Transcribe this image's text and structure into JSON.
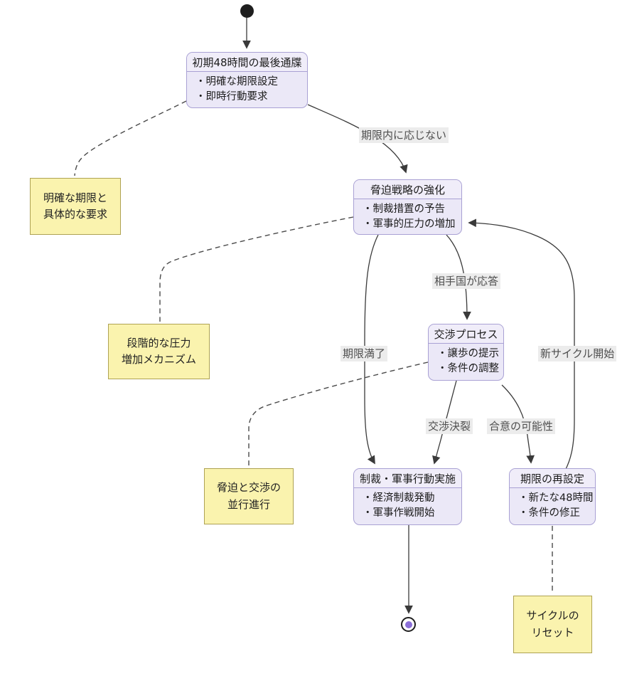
{
  "colors": {
    "activity_fill": "#ebe8f7",
    "activity_title_fill": "#f0edf9",
    "activity_border": "#a9a1d4",
    "note_fill": "#faf3ae",
    "note_border": "#aea253",
    "edge_label_bg": "#ececec",
    "edge_line": "#3a3a3a",
    "start_dot": "#1e1e1e",
    "end_dot_inner": "#8b6fd8"
  },
  "nodes": {
    "ultimatum": {
      "title": "初期48時間の最後通牒",
      "items": [
        "・明確な期限設定",
        "・即時行動要求"
      ]
    },
    "escalation": {
      "title": "脅迫戦略の強化",
      "items": [
        "・制裁措置の予告",
        "・軍事的圧力の増加"
      ]
    },
    "negotiation": {
      "title": "交渉プロセス",
      "items": [
        "・譲歩の提示",
        "・条件の調整"
      ]
    },
    "action": {
      "title": "制裁・軍事行動実施",
      "items": [
        "・経済制裁発動",
        "・軍事作戦開始"
      ]
    },
    "reset": {
      "title": "期限の再設定",
      "items": [
        "・新たな48時間",
        "・条件の修正"
      ]
    }
  },
  "notes": {
    "clear_deadline": {
      "lines": [
        "明確な期限と",
        "具体的な要求"
      ]
    },
    "pressure": {
      "lines": [
        "段階的な圧力",
        "増加メカニズム"
      ]
    },
    "parallel": {
      "lines": [
        "脅迫と交渉の",
        "並行進行"
      ]
    },
    "cycle_reset": {
      "lines": [
        "サイクルの",
        "リセット"
      ]
    }
  },
  "edge_labels": {
    "no_response": "期限内に応じない",
    "counterpart_responds": "相手国が応答",
    "deadline_expired": "期限満了",
    "new_cycle": "新サイクル開始",
    "breakdown": "交渉決裂",
    "agreement": "合意の可能性"
  }
}
